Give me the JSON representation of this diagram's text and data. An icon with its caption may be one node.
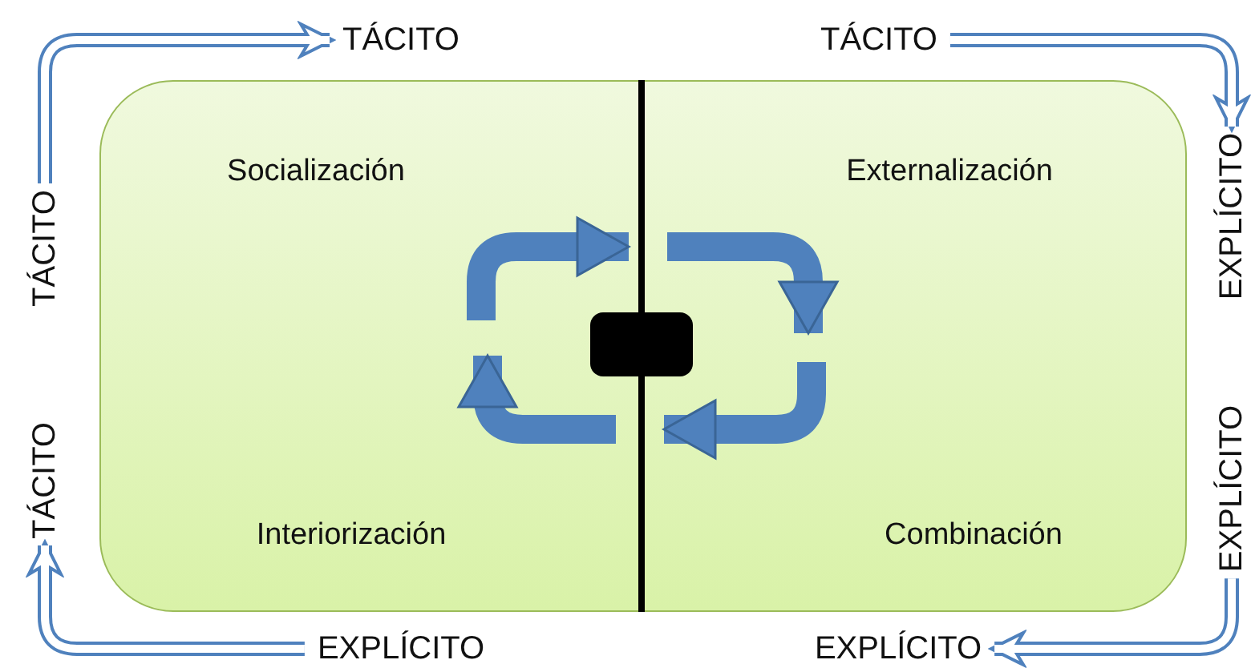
{
  "diagram": {
    "nodes": [
      {
        "text": [
          "TÁCITO"
        ]
      },
      {
        "text": [
          "TÁCITO"
        ]
      },
      {
        "text": [
          "TÁCITO"
        ]
      },
      {
        "text": [],
        "shape": "box"
      },
      {
        "text": [
          "Socialización"
        ],
        "in": 3
      },
      {
        "text": [
          "Externalización"
        ],
        "in": 3
      },
      {
        "text": [
          "EXPLÍCITO"
        ]
      },
      {
        "text": [
          "TÁCITO"
        ]
      },
      {
        "text": [
          "Interiorización"
        ],
        "in": 3
      },
      {
        "text": [
          "Combinación"
        ],
        "in": 3
      },
      {
        "text": [
          "EXPLÍCITO"
        ]
      },
      {
        "text": [
          "EXPLÍCITO"
        ]
      },
      {
        "text": [
          "EXPLÍCITO"
        ]
      }
    ],
    "edges": [
      {
        "from": 2,
        "to": 0,
        "arrow": "to"
      },
      {
        "from": 1,
        "to": 6,
        "arrow": "to"
      },
      {
        "from": 10,
        "to": 12,
        "arrow": "to"
      },
      {
        "from": 11,
        "to": 7,
        "arrow": "to"
      }
    ]
  }
}
